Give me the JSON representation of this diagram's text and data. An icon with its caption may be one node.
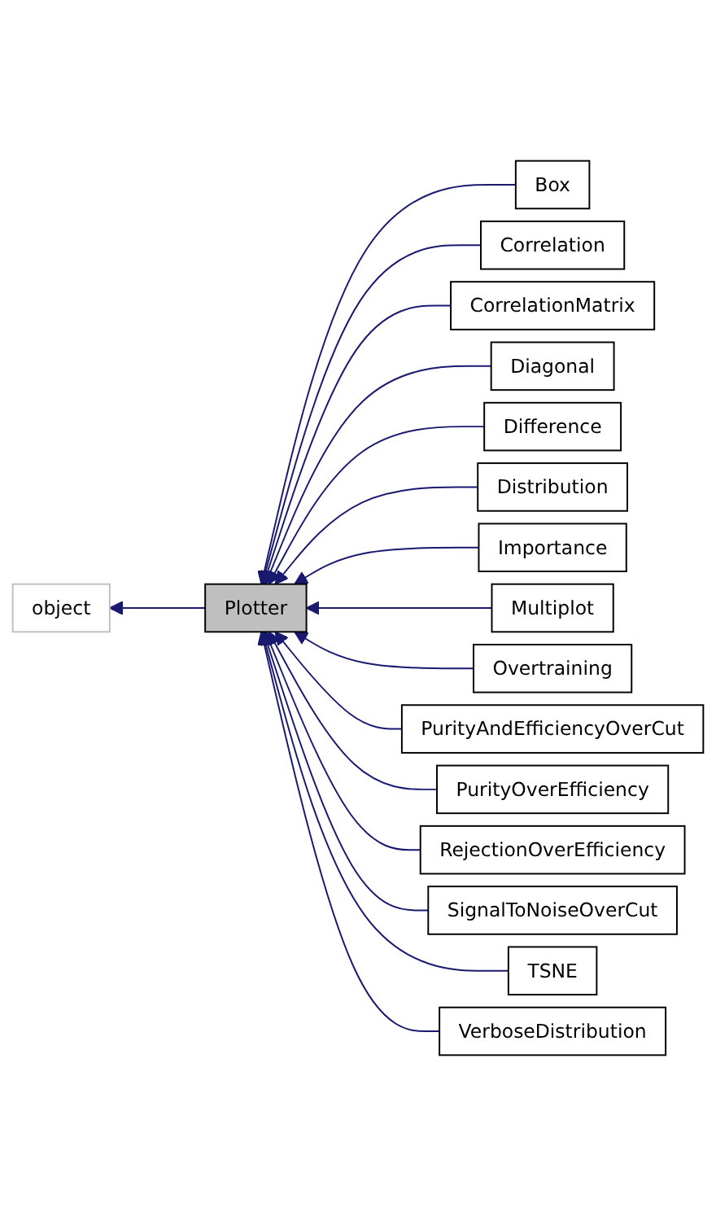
{
  "diagram": {
    "nodes": [
      {
        "text": [
          "object"
        ]
      },
      {
        "text": [
          "Plotter"
        ]
      },
      {
        "text": [
          "Box"
        ]
      },
      {
        "text": [
          "Correlation"
        ]
      },
      {
        "text": [
          "CorrelationMatrix"
        ]
      },
      {
        "text": [
          "Diagonal"
        ]
      },
      {
        "text": [
          "Difference"
        ]
      },
      {
        "text": [
          "Distribution"
        ]
      },
      {
        "text": [
          "Importance"
        ]
      },
      {
        "text": [
          "Multiplot"
        ]
      },
      {
        "text": [
          "Overtraining"
        ]
      },
      {
        "text": [
          "PurityAndEfficiencyOverCut"
        ]
      },
      {
        "text": [
          "PurityOverEfficiency"
        ]
      },
      {
        "text": [
          "RejectionOverEfficiency"
        ]
      },
      {
        "text": [
          "SignalToNoiseOverCut"
        ]
      },
      {
        "text": [
          "TSNE"
        ]
      },
      {
        "text": [
          "VerboseDistribution"
        ]
      }
    ],
    "edges": [
      {
        "from": 1,
        "to": 0,
        "arrow": "to"
      },
      {
        "from": 2,
        "to": 1,
        "arrow": "to"
      },
      {
        "from": 3,
        "to": 1,
        "arrow": "to"
      },
      {
        "from": 4,
        "to": 1,
        "arrow": "to"
      },
      {
        "from": 5,
        "to": 1,
        "arrow": "to"
      },
      {
        "from": 6,
        "to": 1,
        "arrow": "to"
      },
      {
        "from": 7,
        "to": 1,
        "arrow": "to"
      },
      {
        "from": 8,
        "to": 1,
        "arrow": "to"
      },
      {
        "from": 9,
        "to": 1,
        "arrow": "to"
      },
      {
        "from": 10,
        "to": 1,
        "arrow": "to"
      },
      {
        "from": 11,
        "to": 1,
        "arrow": "to"
      },
      {
        "from": 12,
        "to": 1,
        "arrow": "to"
      },
      {
        "from": 13,
        "to": 1,
        "arrow": "to"
      },
      {
        "from": 14,
        "to": 1,
        "arrow": "to"
      },
      {
        "from": 15,
        "to": 1,
        "arrow": "to"
      },
      {
        "from": 16,
        "to": 1,
        "arrow": "to"
      }
    ]
  }
}
